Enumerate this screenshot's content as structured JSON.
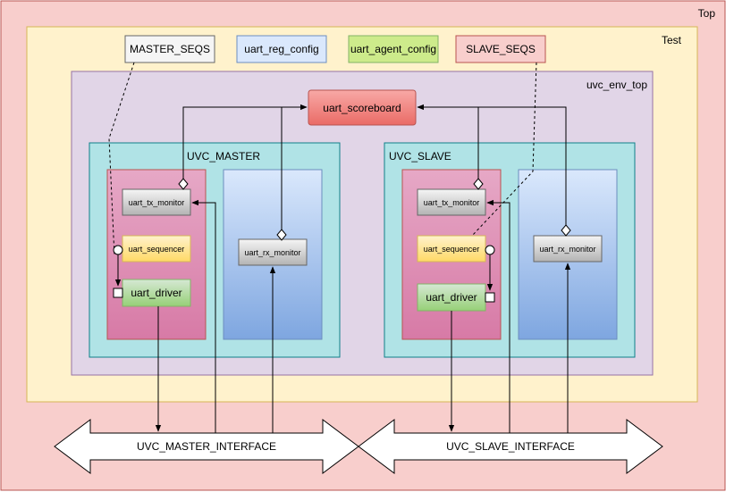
{
  "containers": {
    "top": "Top",
    "test": "Test",
    "env": "uvc_env_top",
    "master": "UVC_MASTER",
    "slave": "UVC_SLAVE"
  },
  "configs": {
    "master_seqs": "MASTER_SEQS",
    "reg_config": "uart_reg_config",
    "agent_config": "uart_agent_config",
    "slave_seqs": "SLAVE_SEQS"
  },
  "scoreboard": "uart_scoreboard",
  "master_agent": {
    "tx_monitor": "uart_tx_monitor",
    "sequencer": "uart_sequencer",
    "driver": "uart_driver",
    "rx_monitor": "uart_rx_monitor"
  },
  "slave_agent": {
    "tx_monitor": "uart_tx_monitor",
    "sequencer": "uart_sequencer",
    "driver": "uart_driver",
    "rx_monitor": "uart_rx_monitor"
  },
  "interfaces": {
    "master": "UVC_MASTER_INTERFACE",
    "slave": "UVC_SLAVE_INTERFACE"
  },
  "colors": {
    "top_fill": "#f8cecc",
    "top_stroke": "#b85450",
    "test_fill": "#fff2cc",
    "test_stroke": "#d6b656",
    "env_fill": "#e1d5e7",
    "env_stroke": "#9673a6",
    "uvc_fill": "#b0e3e6",
    "uvc_stroke": "#0e8088",
    "scoreboard_fill": "#ea6b66",
    "driver_fill": "#97d077",
    "sequencer_fill": "#ffd966",
    "monitor_fill": "#bfbfbf"
  }
}
